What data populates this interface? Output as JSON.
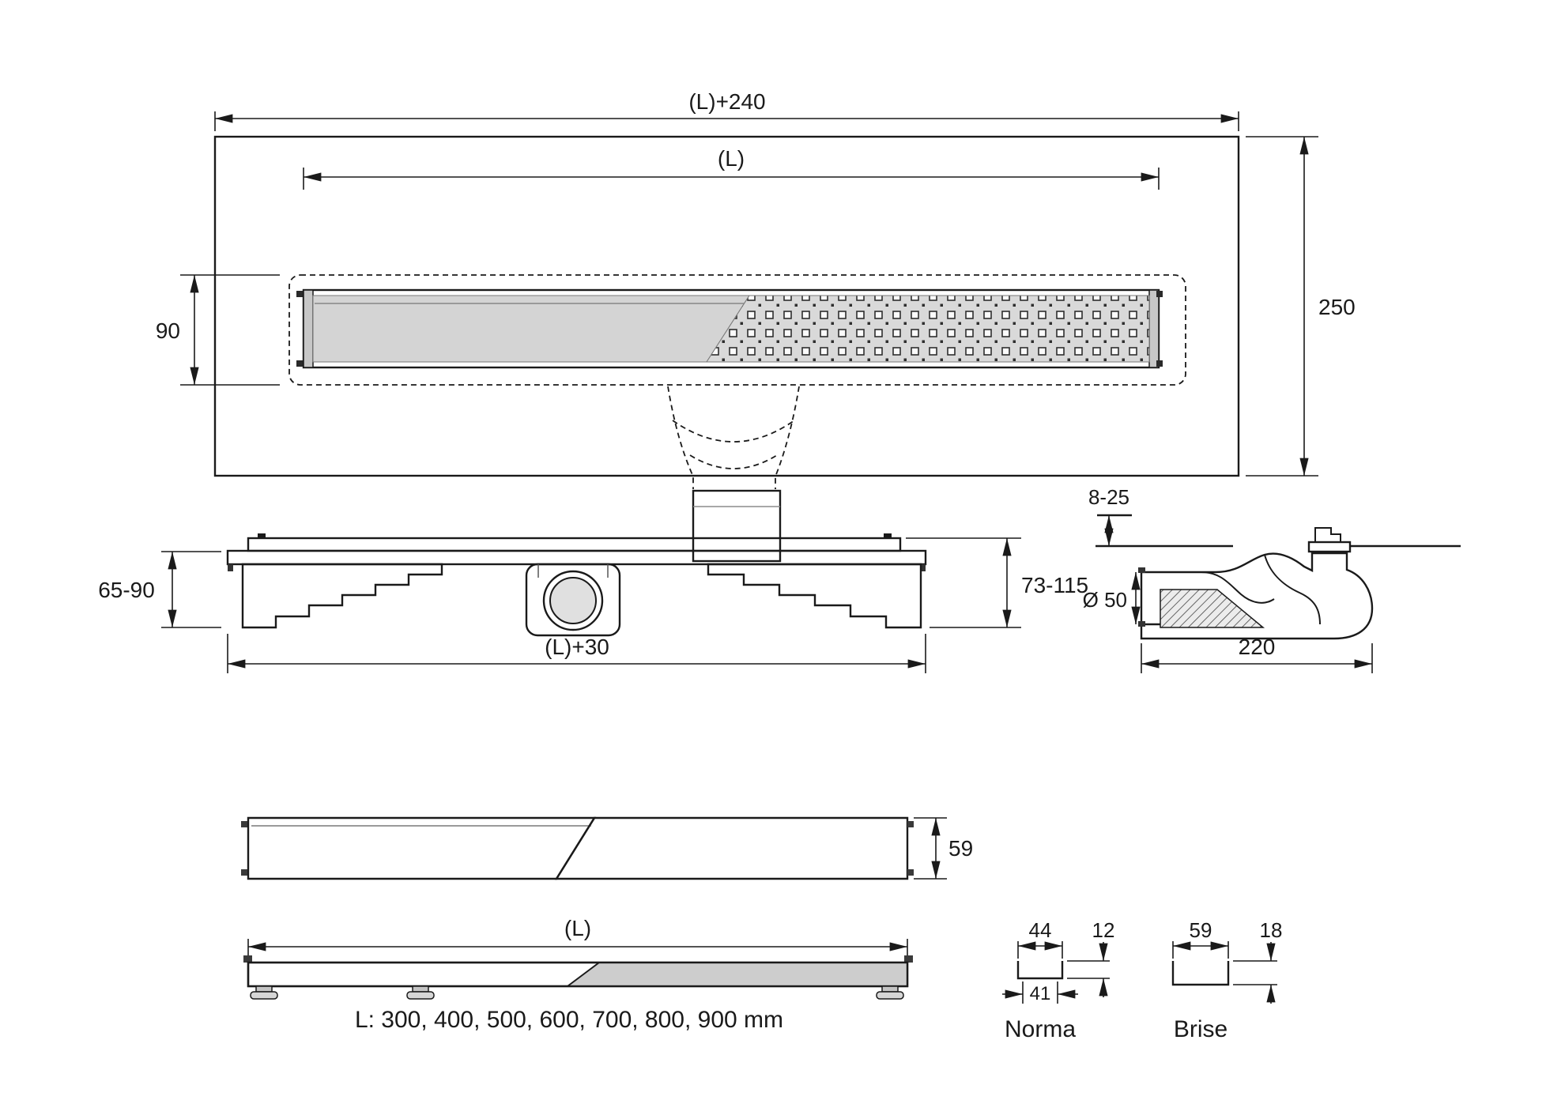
{
  "drawing": {
    "colors": {
      "line": "#1a1a1a",
      "plate_fill": "#e9e9e9",
      "channel_fill": "#d4d4d4"
    },
    "views": {
      "top": {
        "dim_total_width": "(L)+240",
        "dim_grate_length": "(L)",
        "dim_cutout_height": "90",
        "dim_plate_height": "250"
      },
      "side": {
        "dim_install_height": "65-90",
        "dim_overall_height": "73-115",
        "dim_flange_length": "(L)+30"
      },
      "section": {
        "dim_tile_thickness": "8-25",
        "dim_pipe_diameter": "Ø 50",
        "dim_trap_depth": "220"
      },
      "grate": {
        "dim_height": "59"
      },
      "base": {
        "dim_length": "(L)",
        "lengths_note": "L: 300, 400, 500, 600, 700, 800, 900 mm"
      },
      "profiles": {
        "norma": {
          "name": "Norma",
          "dim_width": "44",
          "dim_height": "12",
          "dim_inner_width": "41"
        },
        "brise": {
          "name": "Brise",
          "dim_width": "59",
          "dim_height": "18"
        }
      }
    }
  }
}
